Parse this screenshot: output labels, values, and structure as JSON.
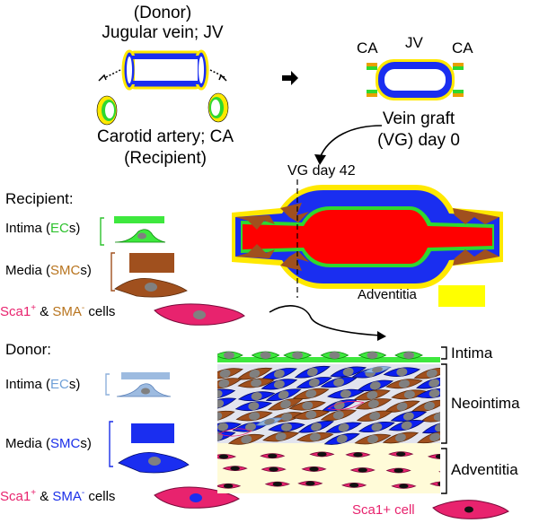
{
  "top": {
    "donor_label": "(Donor)",
    "jugular_label": "Jugular vein; JV",
    "carotid_label": "Carotid artery; CA",
    "recipient_label": "(Recipient)",
    "graft_ca_left": "CA",
    "graft_jv": "JV",
    "graft_ca_right": "CA",
    "vein_graft_line1": "Vein graft",
    "vein_graft_line2": "(VG) day 0",
    "vg_day42": "VG day 42"
  },
  "recipient": {
    "title": "Recipient:",
    "intima_pre": "Intima  (",
    "intima_cell": "EC",
    "intima_post": "s)",
    "media_pre": "Media (",
    "media_cell": "SMC",
    "media_post": "s)",
    "sca_a": "Sca1",
    "sca_plus": "+",
    "sca_amp": " & ",
    "sca_b": "SMA",
    "sca_minus": "-",
    "sca_cells": " cells"
  },
  "donor": {
    "title": "Donor:",
    "intima_pre": "Intima  (",
    "intima_cell": "EC",
    "intima_post": "s)",
    "media_pre": "Media (",
    "media_cell": "SMC",
    "media_post": "s)",
    "sca_a": "Sca1",
    "sca_plus": "+",
    "sca_amp": " & ",
    "sca_b": "SMA",
    "sca_minus": "-",
    "sca_cells": " cells"
  },
  "adventitia_legend": "Adventitia",
  "layers": {
    "intima": "Intima",
    "neointima": "Neointima",
    "adventitia": "Adventitia"
  },
  "sca1_cell_label": "Sca1+ cell",
  "colors": {
    "recipient_ec": "#3ee83e",
    "recipient_smc": "#a0501e",
    "sca1_cell": "#e8236e",
    "donor_ec": "#8fb1dc",
    "donor_smc": "#0a1ef0",
    "adventitia": "#ffff00",
    "lumen": "#ff0000",
    "donor_label_ec": "#6fa0d8",
    "recipient_label_ec": "#2ec22e",
    "recipient_label_smc": "#b8741e",
    "sca_text": "#e8236e",
    "donor_smc_text": "#1a2ee8"
  }
}
